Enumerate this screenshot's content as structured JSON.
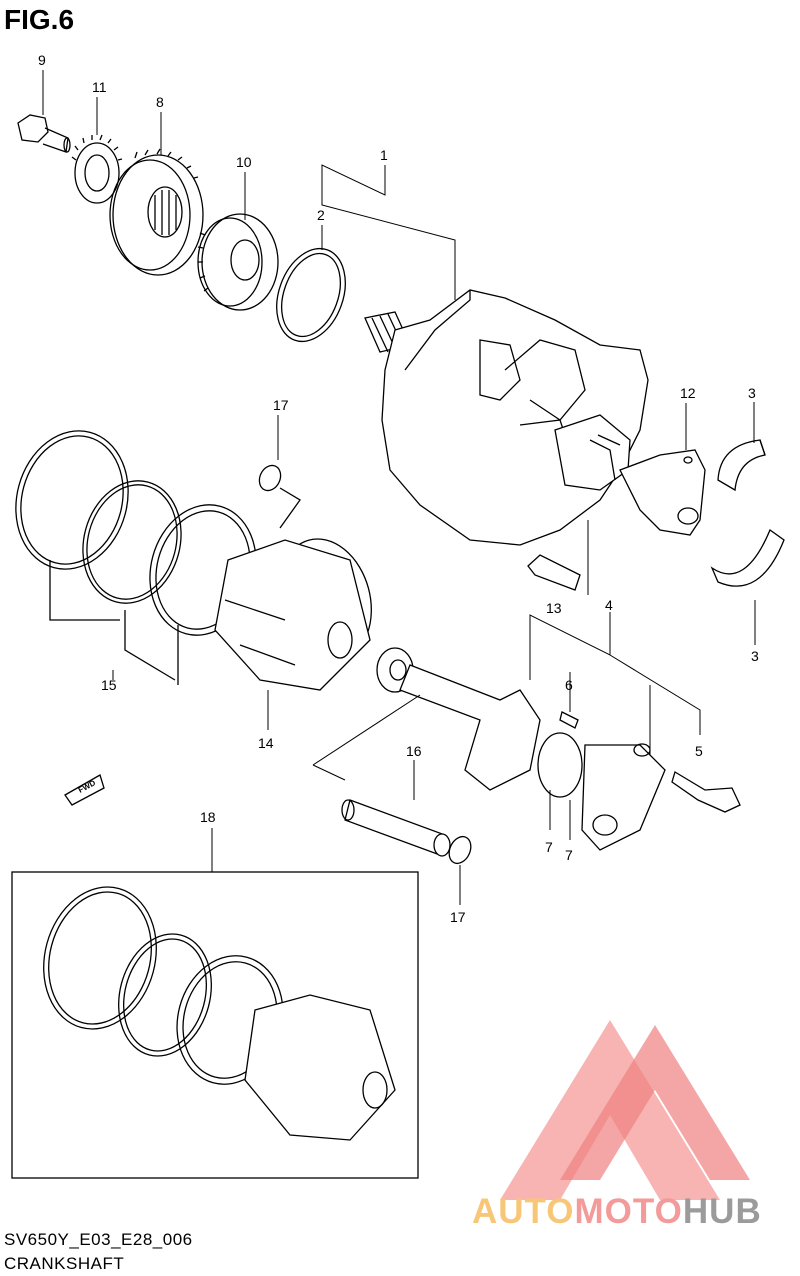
{
  "figure": {
    "title": "FIG.6"
  },
  "callouts": [
    "1",
    "2",
    "3",
    "3",
    "4",
    "5",
    "6",
    "7",
    "7",
    "8",
    "9",
    "10",
    "11",
    "12",
    "13",
    "14",
    "15",
    "16",
    "17",
    "17",
    "18"
  ],
  "fwd_label": "FWD",
  "footer": {
    "code": "SV650Y_E03_E28_006",
    "name": "CRANKSHAFT"
  },
  "watermark": {
    "part1": "AUTO",
    "part2": "MOTO",
    "part3": "HUB",
    "colors": {
      "auto": "#f7c777",
      "moto": "#f39a9a",
      "hub": "#9b9b9b",
      "logo": "#f08a8a"
    }
  }
}
